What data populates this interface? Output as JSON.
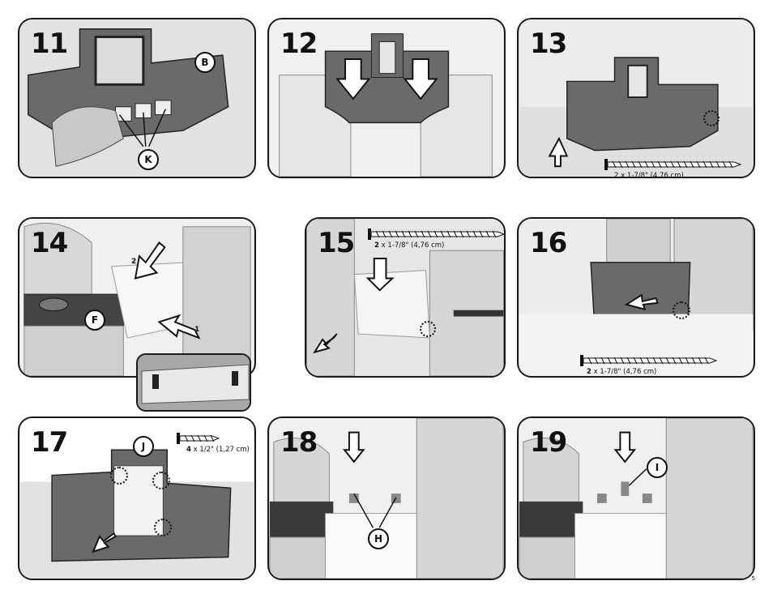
{
  "steps": {
    "s11": {
      "number": "11",
      "labels": {
        "b": "B",
        "k": "K"
      }
    },
    "s12": {
      "number": "12"
    },
    "s13": {
      "number": "13",
      "screw": "2 x 1-7/8\" (4,76 cm)"
    },
    "s14": {
      "number": "14",
      "labels": {
        "f": "F"
      },
      "arrows": {
        "a1": "1",
        "a2": "2"
      }
    },
    "s15": {
      "number": "15",
      "screw_qty": "2",
      "screw": " x 1-7/8\" (4,76 cm)"
    },
    "s16": {
      "number": "16",
      "screw_qty": "2",
      "screw": " x 1-7/8\" (4,76 cm)"
    },
    "s17": {
      "number": "17",
      "labels": {
        "j": "J"
      },
      "screw_qty": "4",
      "screw": " x 1/2\" (1,27 cm)"
    },
    "s18": {
      "number": "18",
      "labels": {
        "h": "H"
      }
    },
    "s19": {
      "number": "19",
      "labels": {
        "i": "I"
      }
    }
  },
  "page_number": "5",
  "colors": {
    "panel_bg": "#dcdcdc",
    "part_dark": "#5a5a5a",
    "part_light": "#e8e8e8",
    "outline": "#111111"
  }
}
